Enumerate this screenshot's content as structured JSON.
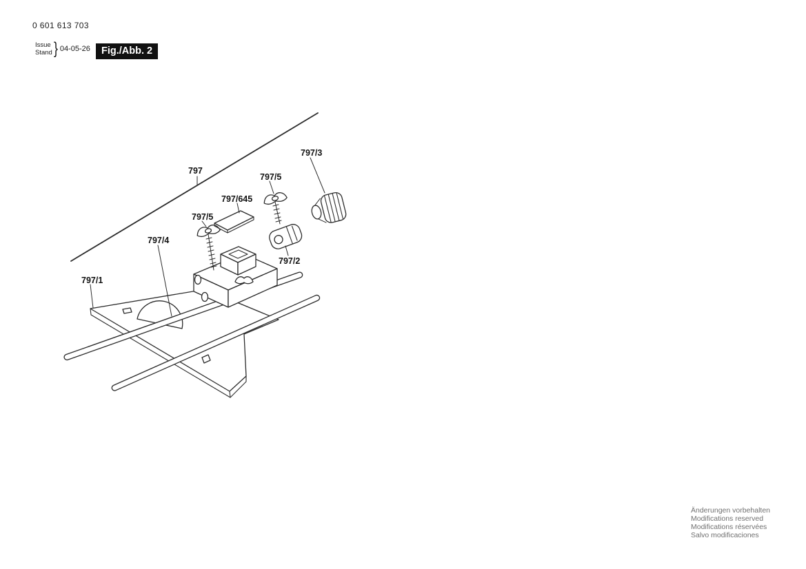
{
  "header": {
    "part_number": "0 601 613 703",
    "issue_label": "Issue",
    "stand_label": "Stand",
    "brace": "}",
    "date": "04-05-26",
    "figure_label": "Fig./Abb. 2"
  },
  "labels": {
    "main": "797",
    "p1": "797/1",
    "p2": "797/2",
    "p3": "797/3",
    "p4": "797/4",
    "p5a": "797/5",
    "p5b": "797/5",
    "p645": "797/645"
  },
  "footer": {
    "line1": "Änderungen vorbehalten",
    "line2": "Modifications reserved",
    "line3": "Modifications réservées",
    "line4": "Salvo modificaciones"
  }
}
